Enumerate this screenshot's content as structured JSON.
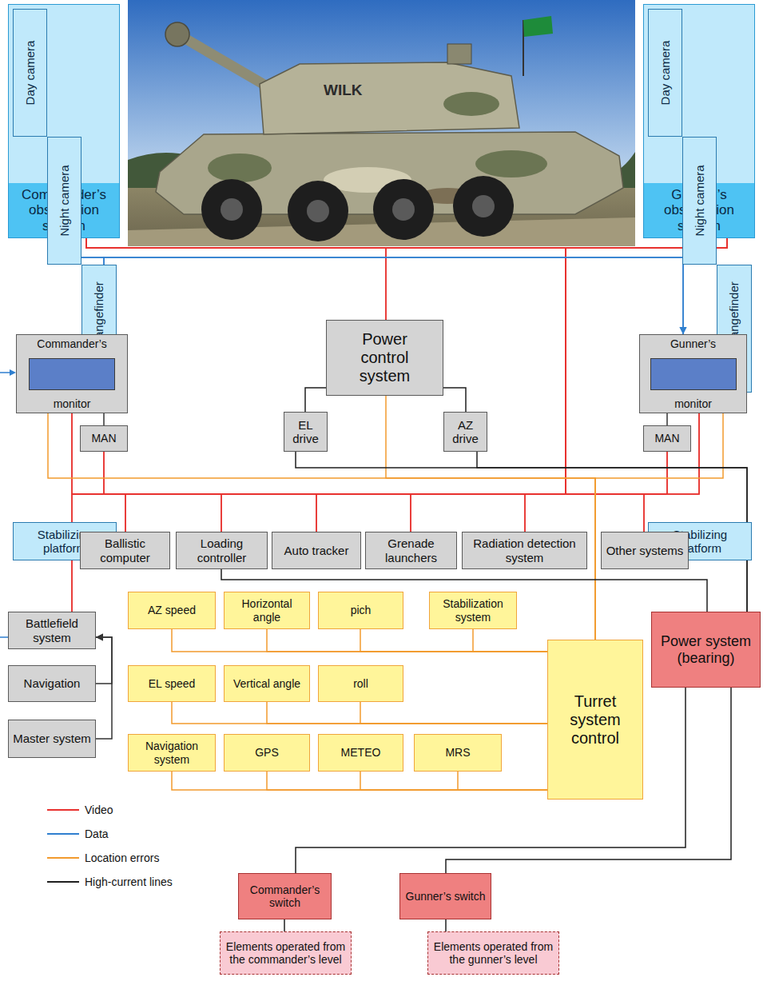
{
  "diagram": {
    "nodes": [
      {
        "text": [
          "Commander’s observation system"
        ]
      },
      {
        "text": [
          "Day camera"
        ],
        "in": 0
      },
      {
        "text": [
          "Night camera"
        ],
        "in": 0
      },
      {
        "text": [
          "Laser rangefinder"
        ],
        "in": 0
      },
      {
        "text": [
          "Stabilizing platform"
        ],
        "in": 0
      },
      {
        "text": [
          "Gunner’s observation system"
        ]
      },
      {
        "text": [
          "Day camera"
        ],
        "in": 5
      },
      {
        "text": [
          "Night camera"
        ],
        "in": 5
      },
      {
        "text": [
          "Laser rangefinder"
        ],
        "in": 5
      },
      {
        "text": [
          "Stabilizing platform"
        ],
        "in": 5
      },
      {
        "text": [
          "Commander’s",
          "monitor"
        ]
      },
      {
        "text": [
          "Power control system"
        ]
      },
      {
        "text": [
          "Gunner’s",
          "monitor"
        ]
      },
      {
        "text": [
          "MAN"
        ]
      },
      {
        "text": [
          "EL drive"
        ]
      },
      {
        "text": [
          "AZ drive"
        ]
      },
      {
        "text": [
          "MAN"
        ]
      },
      {
        "text": [
          "Ballistic computer"
        ]
      },
      {
        "text": [
          "Loading controller"
        ]
      },
      {
        "text": [
          "Auto tracker"
        ]
      },
      {
        "text": [
          "Grenade launchers"
        ]
      },
      {
        "text": [
          "Radiation detection system"
        ]
      },
      {
        "text": [
          "Other systems"
        ]
      },
      {
        "text": [
          "Battlefield system"
        ]
      },
      {
        "text": [
          "AZ speed"
        ]
      },
      {
        "text": [
          "Horizontal angle"
        ]
      },
      {
        "text": [
          "pich"
        ]
      },
      {
        "text": [
          "Stabilization system"
        ]
      },
      {
        "text": [
          "Power system (bearing)"
        ]
      },
      {
        "text": [
          "Navigation"
        ]
      },
      {
        "text": [
          "EL speed"
        ]
      },
      {
        "text": [
          "Vertical angle"
        ]
      },
      {
        "text": [
          "roll"
        ]
      },
      {
        "text": [
          "Turret system control"
        ]
      },
      {
        "text": [
          "Master system"
        ]
      },
      {
        "text": [
          "Navigation system"
        ]
      },
      {
        "text": [
          "GPS"
        ]
      },
      {
        "text": [
          "METEO"
        ]
      },
      {
        "text": [
          "MRS"
        ]
      },
      {
        "text": [
          "Commander’s switch"
        ]
      },
      {
        "text": [
          "Gunner’s switch"
        ]
      },
      {
        "text": [
          "Elements operated from the commander’s level"
        ]
      },
      {
        "text": [
          "Elements operated from the gunner’s level"
        ]
      }
    ],
    "edges": [
      {
        "from": 0,
        "to": 10,
        "arrow": "none"
      },
      {
        "from": 0,
        "to": 13,
        "arrow": "none"
      },
      {
        "from": 0,
        "to": 17,
        "arrow": "none"
      },
      {
        "from": 0,
        "to": 18,
        "arrow": "none"
      },
      {
        "from": 0,
        "to": 19,
        "arrow": "none"
      },
      {
        "from": 0,
        "to": 20,
        "arrow": "none"
      },
      {
        "from": 0,
        "to": 21,
        "arrow": "none"
      },
      {
        "from": 0,
        "to": 22,
        "arrow": "none"
      },
      {
        "from": 0,
        "to": 16,
        "arrow": "none"
      },
      {
        "from": 0,
        "to": 12,
        "arrow": "none"
      },
      {
        "from": 0,
        "to": 23,
        "arrow": "none"
      },
      {
        "from": 5,
        "to": 10,
        "arrow": "none"
      },
      {
        "from": 5,
        "to": 13,
        "arrow": "none"
      },
      {
        "from": 5,
        "to": 17,
        "arrow": "none"
      },
      {
        "from": 5,
        "to": 18,
        "arrow": "none"
      },
      {
        "from": 5,
        "to": 19,
        "arrow": "none"
      },
      {
        "from": 5,
        "to": 20,
        "arrow": "none"
      },
      {
        "from": 5,
        "to": 21,
        "arrow": "none"
      },
      {
        "from": 5,
        "to": 22,
        "arrow": "none"
      },
      {
        "from": 5,
        "to": 16,
        "arrow": "none"
      },
      {
        "from": 5,
        "to": 12,
        "arrow": "none"
      },
      {
        "from": 5,
        "to": 23,
        "arrow": "none"
      },
      {
        "from": 0,
        "to": 11,
        "arrow": "none"
      },
      {
        "from": 5,
        "to": 11,
        "arrow": "none"
      },
      {
        "from": 0,
        "to": 10,
        "arrow": "to"
      },
      {
        "from": 0,
        "to": 12,
        "arrow": "to"
      },
      {
        "from": 5,
        "to": 10,
        "arrow": "to"
      },
      {
        "from": 5,
        "to": 12,
        "arrow": "to"
      },
      {
        "from": 10,
        "to": 33,
        "arrow": "none"
      },
      {
        "from": 11,
        "to": 33,
        "arrow": "none"
      },
      {
        "from": 12,
        "to": 33,
        "arrow": "none"
      },
      {
        "from": 24,
        "to": 33,
        "arrow": "none"
      },
      {
        "from": 25,
        "to": 33,
        "arrow": "none"
      },
      {
        "from": 26,
        "to": 33,
        "arrow": "none"
      },
      {
        "from": 27,
        "to": 33,
        "arrow": "none"
      },
      {
        "from": 30,
        "to": 33,
        "arrow": "none"
      },
      {
        "from": 31,
        "to": 33,
        "arrow": "none"
      },
      {
        "from": 32,
        "to": 33,
        "arrow": "none"
      },
      {
        "from": 35,
        "to": 33,
        "arrow": "none"
      },
      {
        "from": 36,
        "to": 33,
        "arrow": "none"
      },
      {
        "from": 37,
        "to": 33,
        "arrow": "none"
      },
      {
        "from": 38,
        "to": 33,
        "arrow": "none"
      },
      {
        "from": 11,
        "to": 14,
        "arrow": "none"
      },
      {
        "from": 11,
        "to": 15,
        "arrow": "none"
      },
      {
        "from": 14,
        "to": 28,
        "arrow": "none"
      },
      {
        "from": 15,
        "to": 28,
        "arrow": "none"
      },
      {
        "from": 18,
        "to": 28,
        "arrow": "none"
      },
      {
        "from": 28,
        "to": 39,
        "arrow": "none"
      },
      {
        "from": 28,
        "to": 40,
        "arrow": "none"
      },
      {
        "from": 39,
        "to": 41,
        "arrow": "none"
      },
      {
        "from": 40,
        "to": 42,
        "arrow": "none"
      },
      {
        "from": 10,
        "to": 13,
        "arrow": "none"
      },
      {
        "from": 12,
        "to": 16,
        "arrow": "none"
      },
      {
        "from": 29,
        "to": 23,
        "arrow": "to"
      },
      {
        "from": 34,
        "to": 23,
        "arrow": "to"
      }
    ],
    "labels": [
      "WILK"
    ],
    "legend": [
      {
        "text": "Video"
      },
      {
        "text": "Data"
      },
      {
        "text": "Location errors"
      },
      {
        "text": "High-current lines"
      }
    ]
  }
}
